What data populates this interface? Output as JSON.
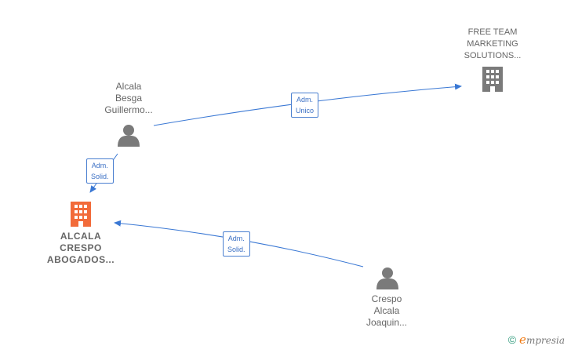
{
  "colors": {
    "edge": "#3a78d4",
    "person": "#7a7a7a",
    "company_main": "#f26b3a",
    "company_other": "#7a7a7a",
    "label": "#666666"
  },
  "nodes": {
    "person_top": {
      "lines": [
        "Alcala",
        "Besga",
        "Guillermo..."
      ]
    },
    "person_bottom": {
      "lines": [
        "Crespo",
        "Alcala",
        "Joaquin..."
      ]
    },
    "company_main": {
      "lines": [
        "ALCALA",
        "CRESPO",
        "ABOGADOS..."
      ]
    },
    "company_other": {
      "lines": [
        "FREE TEAM",
        "MARKETING",
        "SOLUTIONS..."
      ]
    }
  },
  "edges": {
    "top_to_other": {
      "lines": [
        "Adm.",
        "Unico"
      ]
    },
    "top_to_main": {
      "lines": [
        "Adm.",
        "Solid."
      ]
    },
    "bottom_to_main": {
      "lines": [
        "Adm.",
        "Solid."
      ]
    }
  },
  "brand": {
    "copyright": "©",
    "initial": "e",
    "rest": "mpresia"
  }
}
